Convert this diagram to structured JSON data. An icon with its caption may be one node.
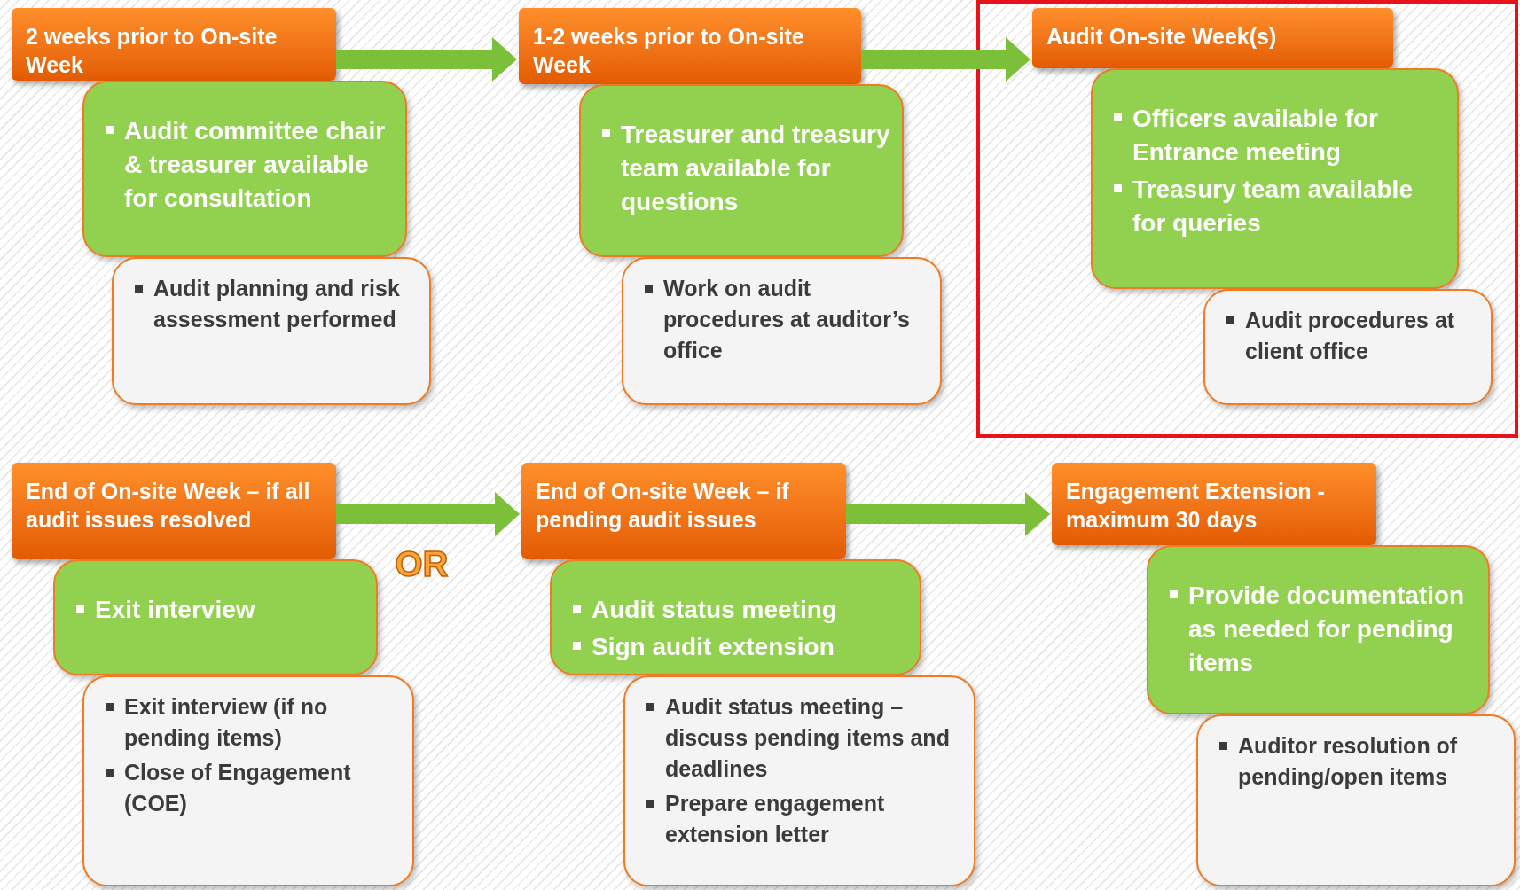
{
  "diagram": {
    "nodes": [
      {
        "text": [
          "2 weeks prior to On-site Week"
        ]
      },
      {
        "text": [
          "Audit committee chair & treasurer available for consultation"
        ]
      },
      {
        "text": [
          "Audit planning and risk assessment performed"
        ]
      },
      {
        "text": [
          "1-2 weeks prior to On-site Week"
        ]
      },
      {
        "text": [
          "Treasurer and treasury team available for questions"
        ]
      },
      {
        "text": [
          "Work on audit procedures at auditor’s office"
        ]
      },
      {
        "text": [
          "Audit On-site Week(s)"
        ]
      },
      {
        "text": [
          "Officers available for Entrance meeting",
          "Treasury team available for queries"
        ]
      },
      {
        "text": [
          "Audit procedures at client office"
        ]
      },
      {
        "text": [
          "End of On-site Week – if all audit issues resolved"
        ]
      },
      {
        "text": [
          "Exit interview"
        ]
      },
      {
        "text": [
          "Exit interview (if no pending items)",
          "Close of Engagement (COE)"
        ]
      },
      {
        "text": [
          "End of On-site Week – if pending audit issues"
        ]
      },
      {
        "text": [
          "Audit status meeting",
          "Sign audit extension"
        ]
      },
      {
        "text": [
          "Audit status meeting – discuss pending items and deadlines",
          "Prepare engagement extension letter"
        ]
      },
      {
        "text": [
          "Engagement Extension - maximum 30 days"
        ]
      },
      {
        "text": [
          "Provide documentation as needed for pending items"
        ]
      },
      {
        "text": [
          "Auditor resolution of pending/open items"
        ]
      }
    ],
    "edges": [
      {
        "from": 0,
        "to": 3,
        "arrow": "to"
      },
      {
        "from": 3,
        "to": 6,
        "arrow": "to"
      },
      {
        "from": 9,
        "to": 12,
        "arrow": "to",
        "label": "OR"
      },
      {
        "from": 12,
        "to": 15,
        "arrow": "to"
      }
    ]
  }
}
